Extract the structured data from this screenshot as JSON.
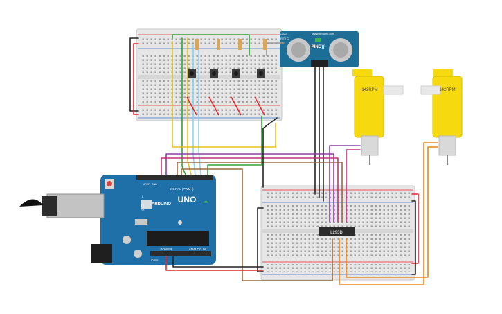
{
  "arduino": {
    "brand": "ARDUINO",
    "model": "UNO",
    "digital_label": "DIGITAL (PWM~)",
    "power_label": "POWER",
    "analog_label": "ANALOG IN",
    "on_label": "ON",
    "tx_label": "TX",
    "rx_label": "RX",
    "l_label": "L",
    "aref_label": "AREF",
    "gnd_label": "GND",
    "ioref_label": "IOREF"
  },
  "sensor": {
    "name": "PING)))",
    "model_label": "HB01",
    "rev_label": "REV C",
    "maker_label": "www.Arduino.com"
  },
  "motor_left": {
    "label": "-142RPM"
  },
  "motor_right": {
    "label": "142RPM"
  },
  "driver_chip": {
    "label": "L293D"
  },
  "colors": {
    "board_blue": "#1f6fa8",
    "breadboard": "#e9e9e9",
    "motor_yellow": "#f6d90f",
    "wire_red": "#e0282b",
    "wire_black": "#222222",
    "wire_green": "#33a533",
    "wire_yellow": "#e6c21b",
    "wire_blue": "#8fd3ef",
    "wire_brown": "#9b6b3c",
    "wire_purple": "#8b3fa8",
    "wire_magenta": "#c2307a",
    "wire_orange": "#e88718",
    "wire_gray": "#9a9a9a"
  }
}
